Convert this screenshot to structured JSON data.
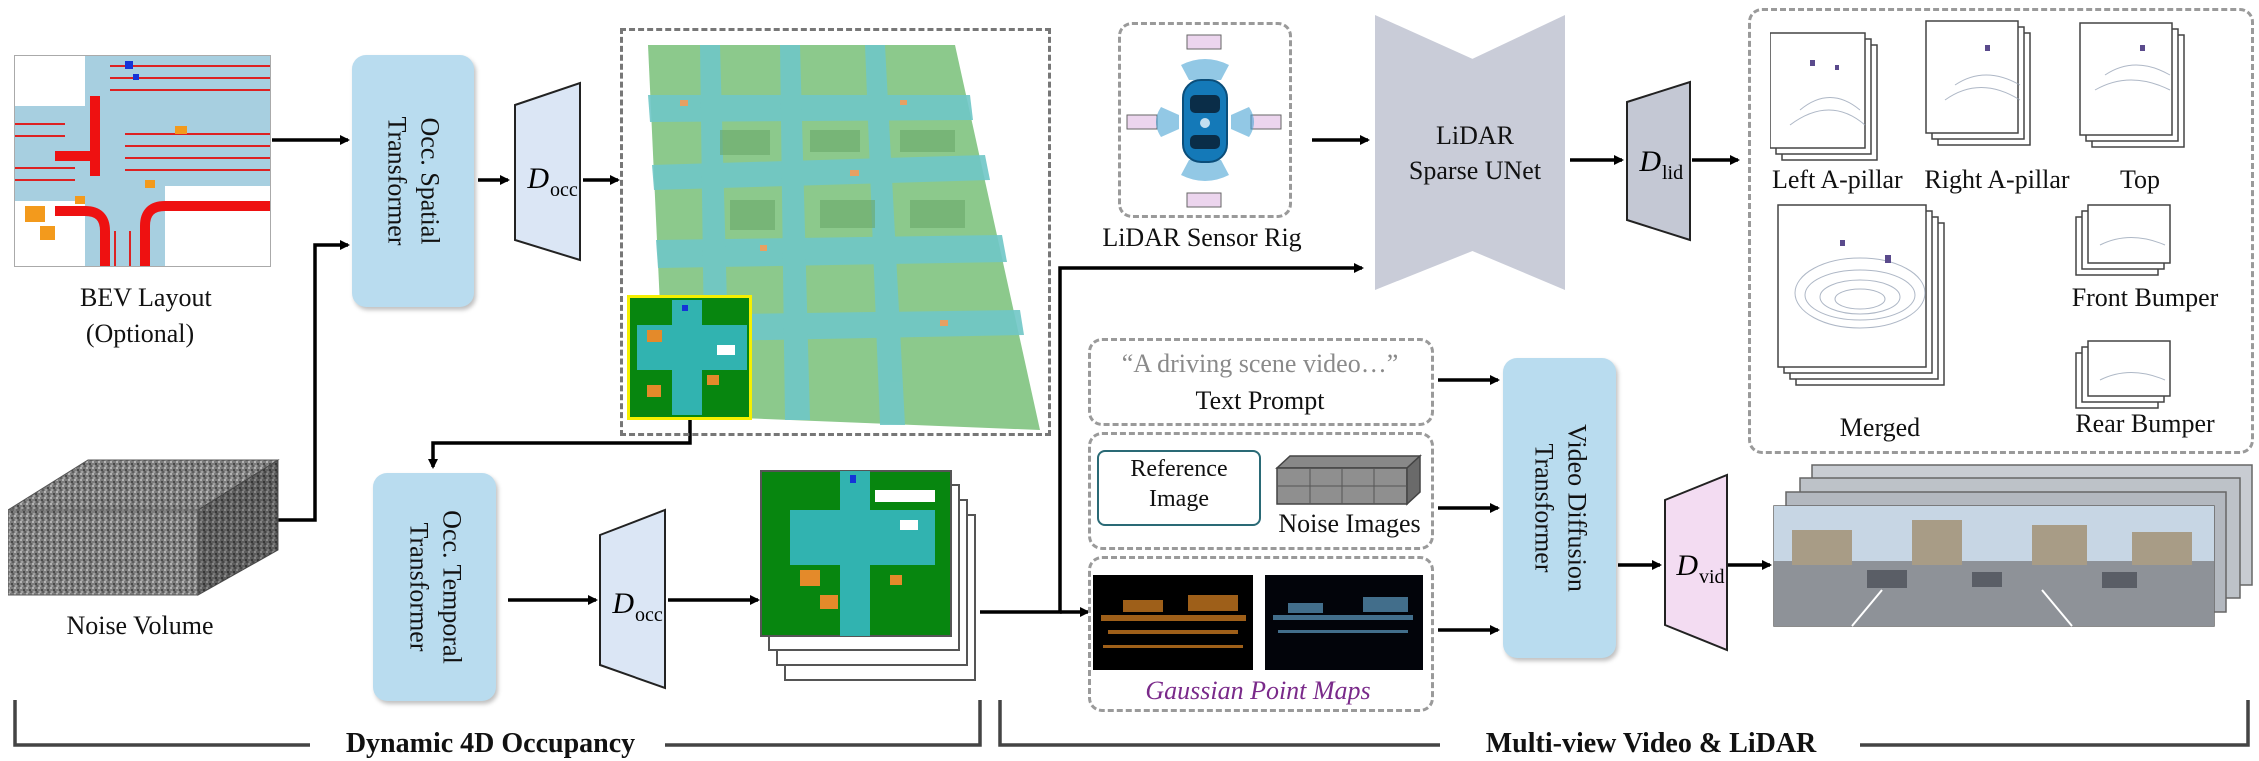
{
  "inputs": {
    "bev_layout_label": "BEV Layout",
    "bev_optional": "(Optional)",
    "noise_volume_label": "Noise Volume"
  },
  "blocks": {
    "spatial": "Occ. Spatial Transformer",
    "temporal": "Occ. Temporal Transformer",
    "unet_line1": "LiDAR",
    "unet_line2": "Sparse UNet",
    "video_diffusion": "Video Diffusion Transformer"
  },
  "decoders": {
    "occ_top": "occ",
    "occ_bottom": "occ",
    "lid": "lid",
    "vid": "vid",
    "symbol": "D"
  },
  "sensor_rig_label": "LiDAR Sensor Rig",
  "conditions": {
    "text_prompt_quote": "“A driving scene video…”",
    "text_prompt_label": "Text Prompt",
    "reference_image_label": "Reference Image",
    "noise_images_label": "Noise Images",
    "gaussian_label": "Gaussian Point Maps"
  },
  "lidar_views": {
    "left": "Left A-pillar",
    "right": "Right A-pillar",
    "top": "Top",
    "front": "Front Bumper",
    "merged": "Merged",
    "rear": "Rear Bumper"
  },
  "sections": {
    "left": "Dynamic 4D Occupancy",
    "right": "Multi-view Video & LiDAR"
  },
  "colors": {
    "block_blue": "#b9dcef",
    "decoder_blue": "#dbe6f5",
    "decoder_gray": "#c4c8d4",
    "decoder_pink": "#f3dcf2",
    "unet_gray": "#c9ccd8",
    "occ_green": "#8cc98c",
    "occ_cyan": "#70c7c7",
    "gaussian_purple": "#7a2a8a",
    "highlight_yellow": "#f5f000"
  }
}
